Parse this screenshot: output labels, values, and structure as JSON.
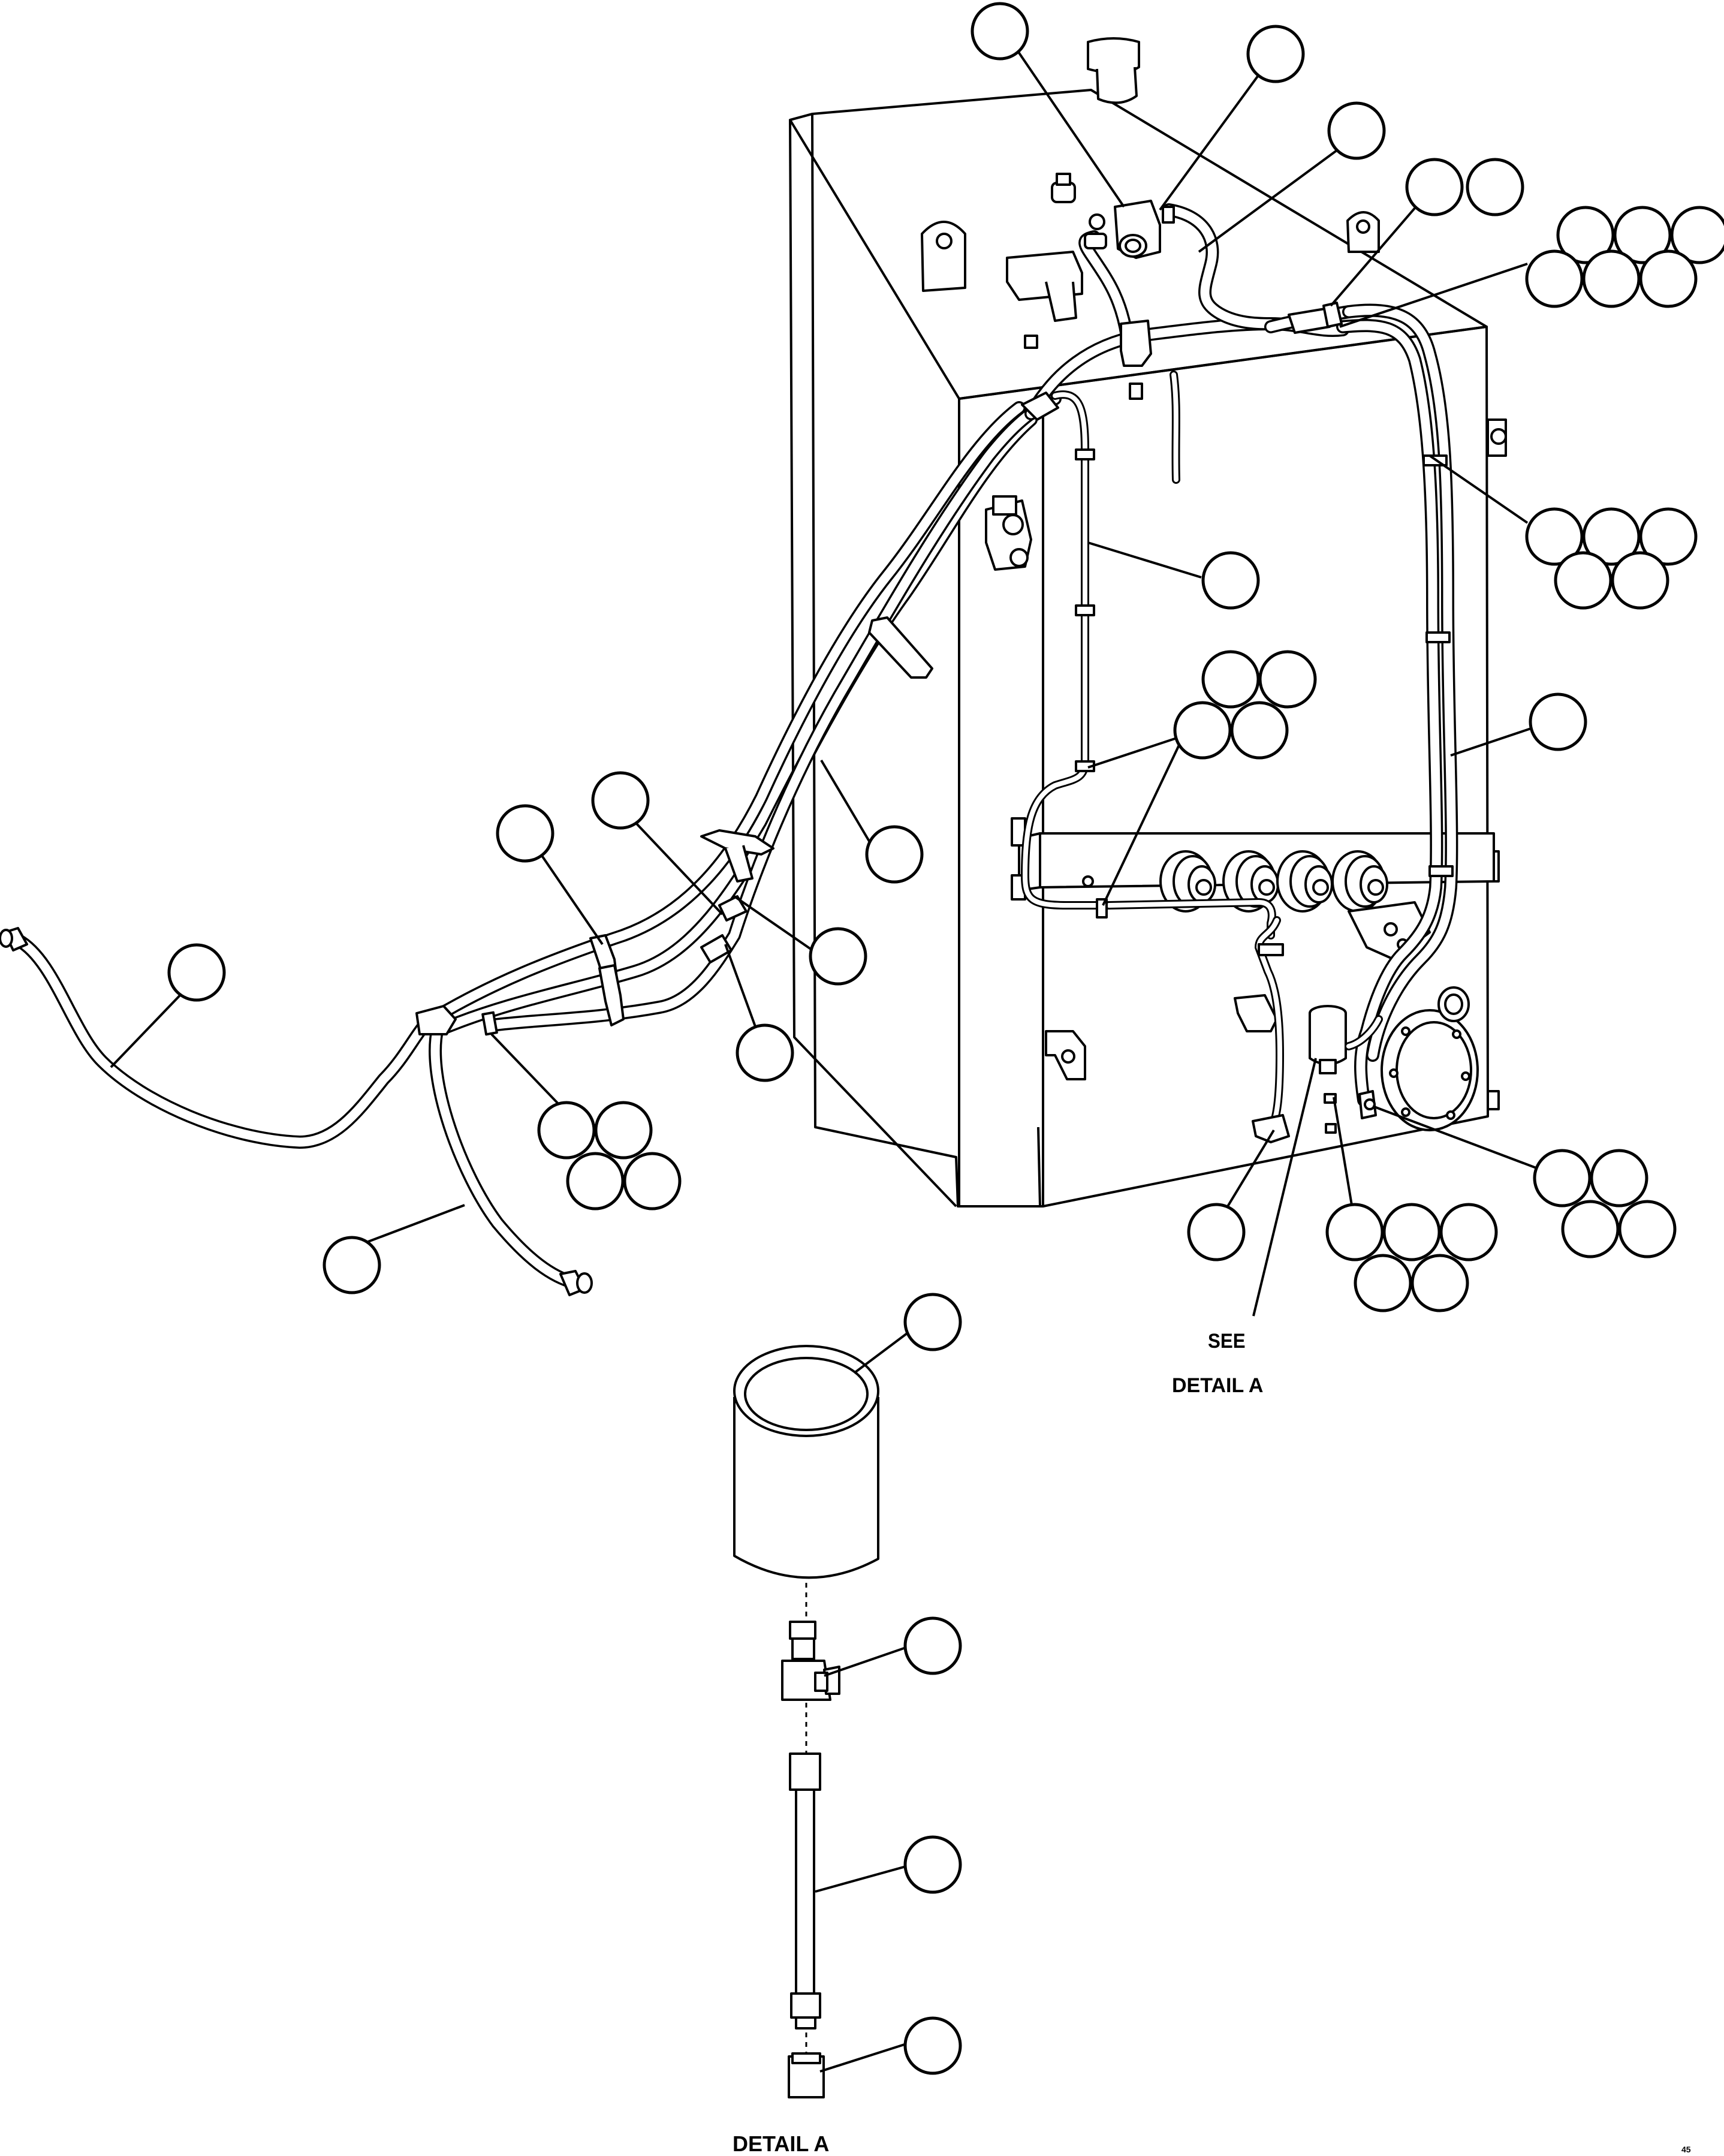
{
  "labels": {
    "see": "SEE",
    "detail_callout": "DETAIL A",
    "detail_title": "DETAIL A",
    "drawing_number": "45"
  },
  "colors": {
    "ink": "#000000",
    "paper": "#ffffff"
  }
}
